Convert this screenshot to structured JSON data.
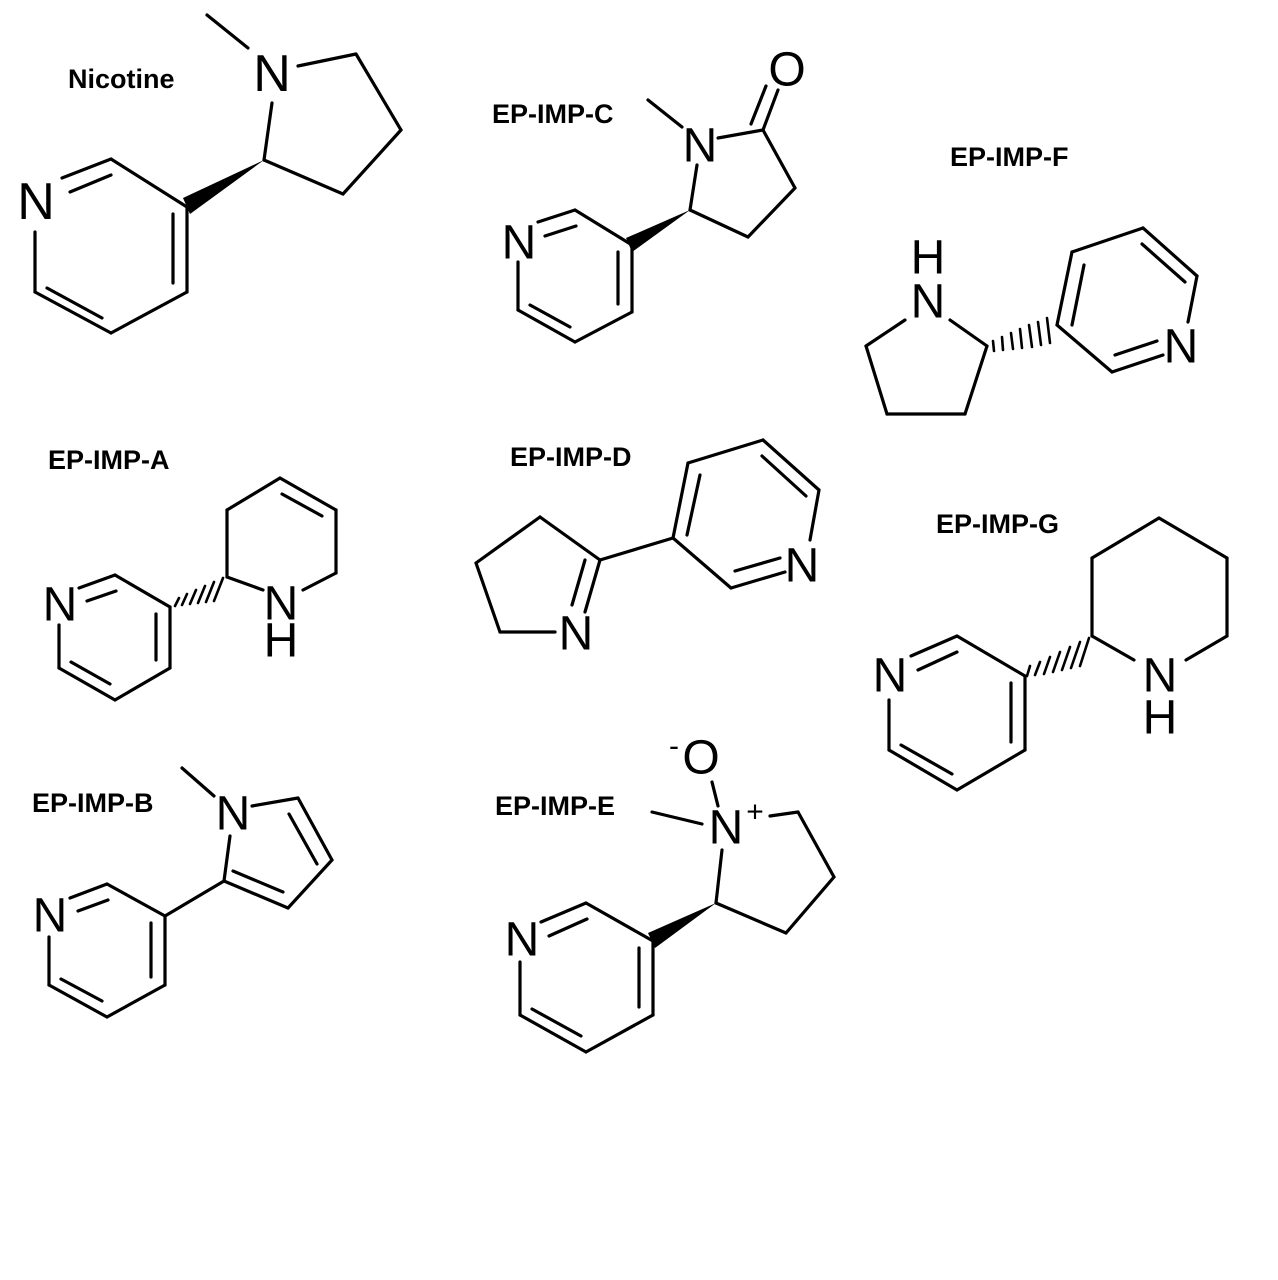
{
  "colors": {
    "background": "#ffffff",
    "ink": "#000000"
  },
  "molecules": {
    "nicotine": {
      "label": "Nicotine",
      "atoms": {
        "n_pyrrolidine": "N",
        "n_pyridine": "N"
      }
    },
    "imp_c": {
      "label": "EP-IMP-C",
      "atoms": {
        "n_lactam": "N",
        "o_carbonyl": "O",
        "n_pyridine": "N"
      }
    },
    "imp_f": {
      "label": "EP-IMP-F",
      "atoms": {
        "h_amine": "H",
        "n_amine": "N",
        "n_pyridine": "N"
      }
    },
    "imp_a": {
      "label": "EP-IMP-A",
      "atoms": {
        "n_pyridine": "N",
        "n_amine": "N",
        "h_amine": "H"
      }
    },
    "imp_d": {
      "label": "EP-IMP-D",
      "atoms": {
        "n_imine": "N",
        "n_pyridine": "N"
      }
    },
    "imp_g": {
      "label": "EP-IMP-G",
      "atoms": {
        "n_pyridine": "N",
        "n_amine": "N",
        "h_amine": "H"
      }
    },
    "imp_b": {
      "label": "EP-IMP-B",
      "atoms": {
        "n_pyrrole": "N",
        "n_pyridine": "N"
      }
    },
    "imp_e": {
      "label": "EP-IMP-E",
      "atoms": {
        "o_oxide": "O",
        "o_charge": "-",
        "n_oxide": "N",
        "n_charge": "+",
        "n_pyridine": "N"
      }
    }
  }
}
